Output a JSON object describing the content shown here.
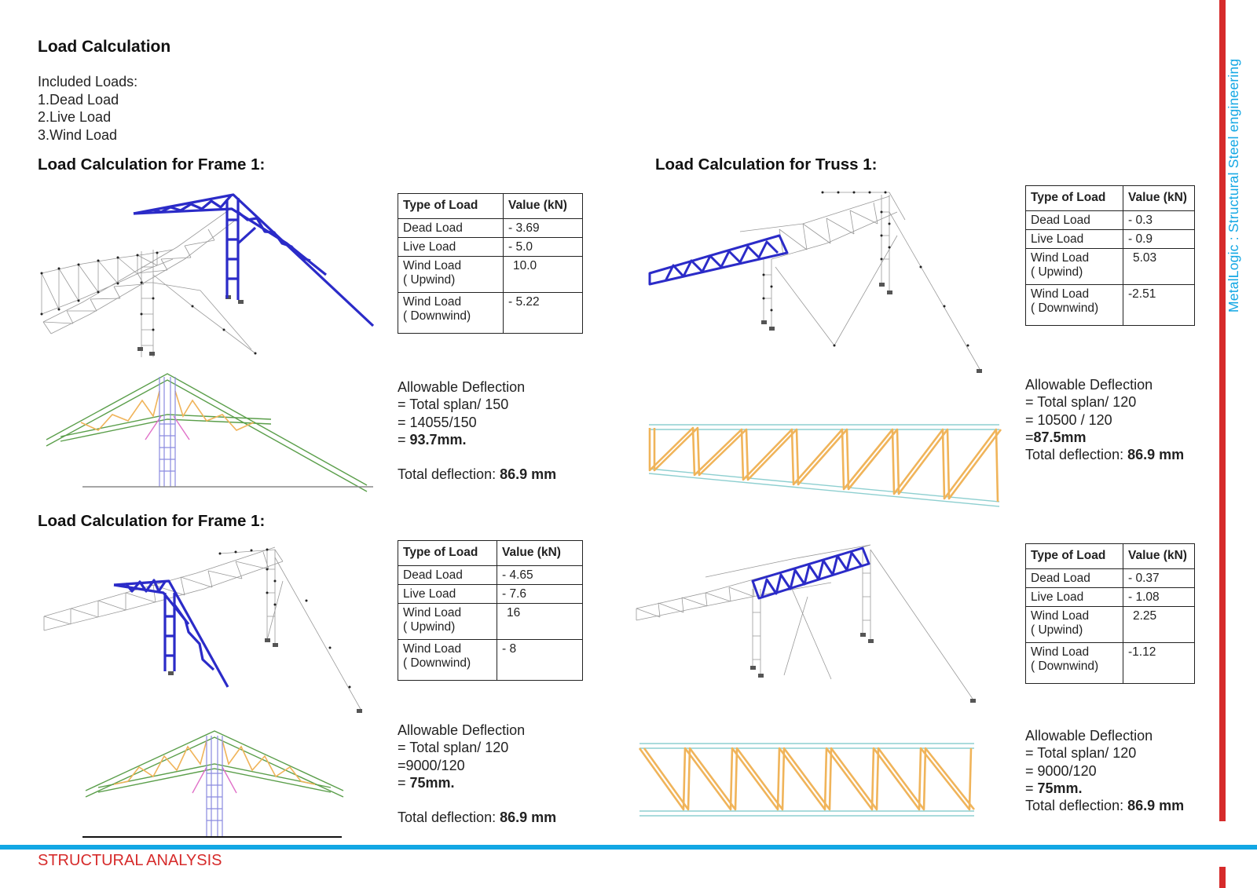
{
  "title": "Load Calculation",
  "included": [
    "Included Loads:",
    "1.Dead Load",
    "2.Live Load",
    "3.Wind Load"
  ],
  "sections": [
    {
      "heading": "Load Calculation for Frame 1:",
      "table": {
        "headers": [
          "Type of Load",
          "Value  (kN)"
        ],
        "rows": [
          {
            "type": [
              "Dead Load"
            ],
            "value": "- 3.69"
          },
          {
            "type": [
              "Live Load"
            ],
            "value": "- 5.0"
          },
          {
            "type": [
              "Wind Load",
              "( Upwind)"
            ],
            "value": "10.0"
          },
          {
            "type": [
              "Wind Load",
              "( Downwind)"
            ],
            "value": "- 5.22"
          }
        ]
      },
      "deflection": {
        "heading": "Allowable Deflection",
        "line1": "= Total splan/ 150",
        "line2": "= 14055/150",
        "line3_prefix": "= ",
        "line3_value": "93.7mm.",
        "total_label": "Total deflection: ",
        "total_value": "86.9 mm"
      }
    },
    {
      "heading": "Load Calculation for Truss 1:",
      "table": {
        "headers": [
          "Type of Load",
          "Value  (kN)"
        ],
        "rows": [
          {
            "type": [
              "Dead Load"
            ],
            "value": "- 0.3"
          },
          {
            "type": [
              "Live Load"
            ],
            "value": "- 0.9"
          },
          {
            "type": [
              "Wind Load",
              "( Upwind)"
            ],
            "value": "5.03"
          },
          {
            "type": [
              "Wind Load",
              "( Downwind)"
            ],
            "value": "-2.51"
          }
        ]
      },
      "deflection": {
        "heading": "Allowable Deflection",
        "line1": "= Total splan/ 120",
        "line2": "= 10500 / 120",
        "line3_prefix": "=",
        "line3_value": "87.5mm",
        "total_label": "Total deflection: ",
        "total_value": "86.9 mm"
      }
    },
    {
      "heading": "Load Calculation for Frame 1:",
      "table": {
        "headers": [
          "Type of Load",
          "Value  (kN)"
        ],
        "rows": [
          {
            "type": [
              "Dead Load"
            ],
            "value": "- 4.65"
          },
          {
            "type": [
              "Live Load"
            ],
            "value": "- 7.6"
          },
          {
            "type": [
              "Wind Load",
              "( Upwind)"
            ],
            "value": "16"
          },
          {
            "type": [
              "Wind Load",
              "( Downwind)"
            ],
            "value": "- 8"
          }
        ]
      },
      "deflection": {
        "heading": "Allowable Deflection",
        "line1": "= Total splan/ 120",
        "line2": "=9000/120",
        "line3_prefix": "= ",
        "line3_value": "75mm.",
        "total_label": "Total deflection: ",
        "total_value": "86.9 mm"
      }
    },
    {
      "heading": "",
      "table": {
        "headers": [
          "Type of Load",
          "Value  (kN)"
        ],
        "rows": [
          {
            "type": [
              "Dead Load"
            ],
            "value": "- 0.37"
          },
          {
            "type": [
              "Live Load"
            ],
            "value": "- 1.08"
          },
          {
            "type": [
              "Wind Load",
              "( Upwind)"
            ],
            "value": "2.25"
          },
          {
            "type": [
              "Wind Load",
              "( Downwind)"
            ],
            "value": "-1.12"
          }
        ]
      },
      "deflection": {
        "heading": "Allowable Deflection",
        "line1": "= Total splan/ 120",
        "line2": "= 9000/120",
        "line3_prefix": "= ",
        "line3_value": "75mm.",
        "total_label": "Total deflection: ",
        "total_value": "86.9 mm"
      }
    }
  ],
  "sidebar_text": "MetalLogic : Structural Steel  engineering",
  "footer": "STRUCTURAL ANALYSIS",
  "colors": {
    "accent_red": "#d62b2b",
    "accent_blue": "#12a7e4",
    "highlight_member": "#2b2bc8",
    "truss_web": "#f0b45a",
    "chord": "#8ecfd0",
    "rafter": "#5a9e4a",
    "brace": "#e070c8"
  }
}
